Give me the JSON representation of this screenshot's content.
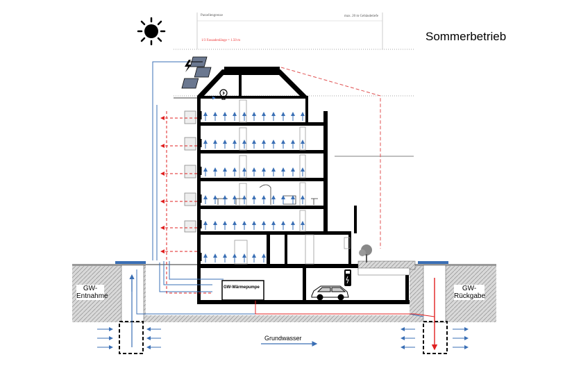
{
  "title": "Sommerbetrieb",
  "labels": {
    "parzellengrenze": "Parzellengrenze",
    "gebaeudetiefe": "max. 20 m Gebäudetiefe",
    "fassadenlaenge": "1/3 Fassadenlänge = 1.50 m",
    "gw_entnahme_1": "GW-",
    "gw_entnahme_2": "Entnahme",
    "gw_rueckgabe_1": "GW-",
    "gw_rueckgabe_2": "Rückgabe",
    "waermepumpe": "GW-Wärmepumpe",
    "grundwasser": "Grundwasser"
  },
  "icons": [
    "sun-icon",
    "lightning-icon",
    "solar-panel-icon",
    "lightbulb-icon",
    "car-icon",
    "ev-charger-icon",
    "tree-icon"
  ],
  "colors": {
    "cooling_flow": "#3a6fb5",
    "return_flow": "#e02020",
    "outline": "#e05050",
    "ground": "#d8d8d8",
    "structure": "#000000"
  }
}
